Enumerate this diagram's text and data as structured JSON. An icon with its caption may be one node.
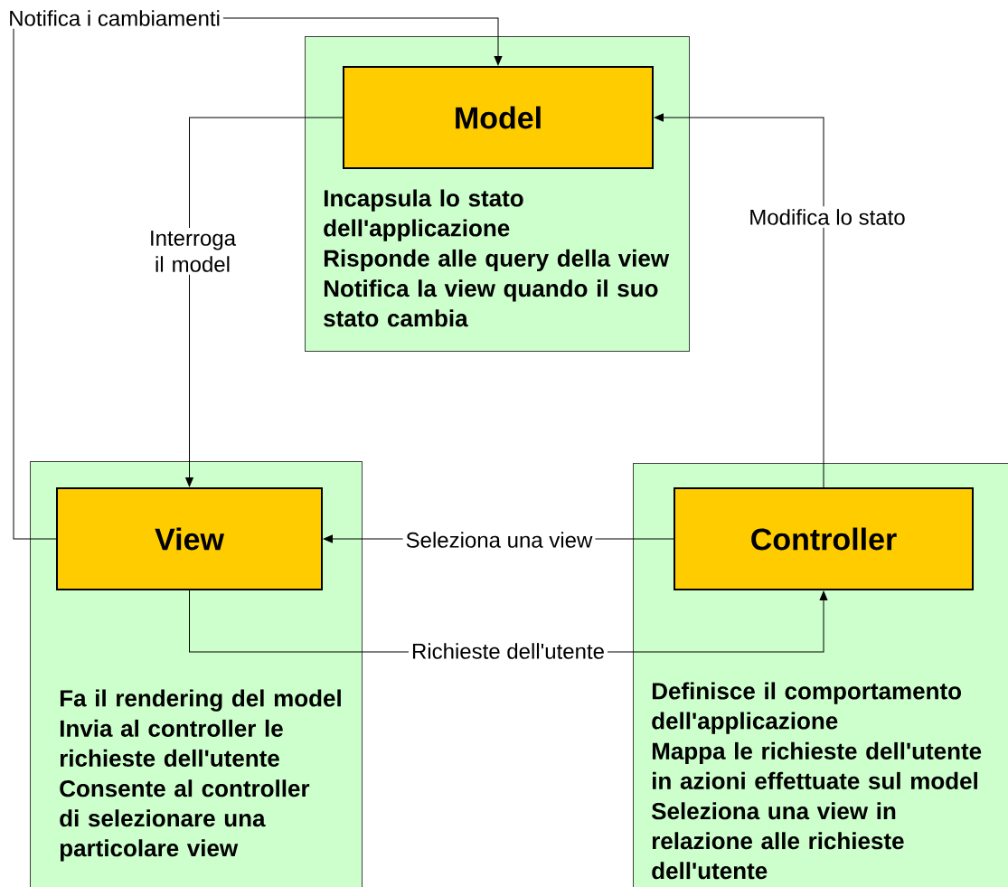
{
  "diagram": {
    "nodes": [
      {
        "text": [
          "Incapsula lo stato dell'applicazione",
          "Risponde alle query della view",
          "Notifica la view quando il suo stato cambia"
        ]
      },
      {
        "text": [
          "Model"
        ],
        "in": 0
      },
      {
        "text": [
          "Fa il rendering del model",
          "Invia al controller le richieste dell'utente",
          "Consente al controller di selezionare una particolare view"
        ]
      },
      {
        "text": [
          "View"
        ],
        "in": 2
      },
      {
        "text": [
          "Definisce il comportamento dell'applicazione",
          "Mappa le richieste dell'utente in azioni effettuate sul model",
          "Seleziona una view in relazione alle richieste dell'utente"
        ]
      },
      {
        "text": [
          "Controller"
        ],
        "in": 4
      }
    ],
    "edges": [
      {
        "from": 1,
        "to": 3,
        "arrow": "to",
        "label": "Interroga il model"
      },
      {
        "from": 3,
        "to": 1,
        "arrow": "to",
        "label": "Notifica i cambiamenti"
      },
      {
        "from": 5,
        "to": 1,
        "arrow": "to",
        "label": "Modifica lo stato"
      },
      {
        "from": 5,
        "to": 3,
        "arrow": "to",
        "label": "Seleziona una view"
      },
      {
        "from": 3,
        "to": 5,
        "arrow": "to",
        "label": "Richieste dell'utente"
      }
    ]
  }
}
